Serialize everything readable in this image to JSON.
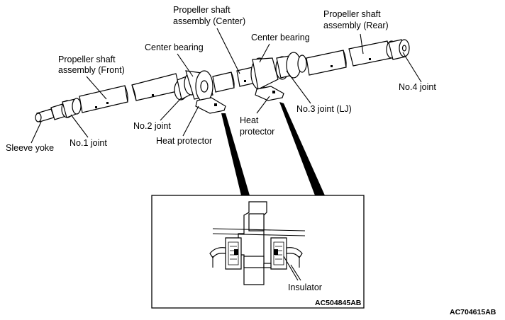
{
  "labels": {
    "prop_front_l1": "Propeller shaft",
    "prop_front_l2": "assembly (Front)",
    "prop_center_l1": "Propeller shaft",
    "prop_center_l2": "assembly (Center)",
    "prop_rear_l1": "Propeller shaft",
    "prop_rear_l2": "assembly (Rear)",
    "center_bearing_left": "Center bearing",
    "center_bearing_right": "Center bearing",
    "no4_joint": "No.4 joint",
    "no3_joint": "No.3 joint (LJ)",
    "heat_protector_right_l1": "Heat",
    "heat_protector_right_l2": "protector",
    "heat_protector_left": "Heat protector",
    "no2_joint": "No.2 joint",
    "no1_joint": "No.1 joint",
    "sleeve_yoke": "Sleeve yoke",
    "insulator": "Insulator"
  },
  "codes": {
    "inset_code": "AC504845AB",
    "figure_code": "AC704615AB"
  },
  "icons": {
    "shaft_drawing": "propeller-shaft-icon",
    "bearing_detail": "center-bearing-cross-section-icon"
  }
}
